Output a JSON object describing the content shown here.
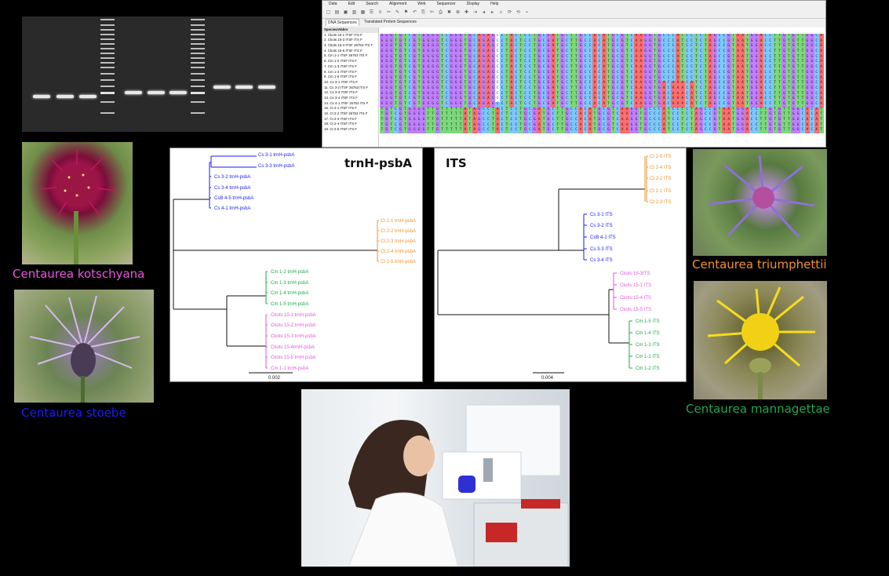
{
  "alignment": {
    "menu": [
      "Data",
      "Edit",
      "Search",
      "Alignment",
      "Web",
      "Sequencer",
      "Display",
      "Help"
    ],
    "tabs": [
      "DNA Sequences",
      "Translated Protein Sequences"
    ],
    "header": "Species/Abbrv",
    "rows": [
      "1. Ckots 15-1 ITSF ITS F",
      "2. Ckots 15-3 ITSF ITS F",
      "3. Ckots 15-4 ITSF 26753 ITS F",
      "4. Ckots 15-5 ITSF ITS F",
      "5. Cm 1-1 ITSF 26753 ITS F",
      "6. Cm 1-2 ITSF ITS F",
      "7. Cm 1-3 ITSF ITS F",
      "8. Cm 1-4 ITSF ITS F",
      "9. Cm 1-5 ITSF ITS F",
      "10. Cs 3-1 ITSF ITS F",
      "11. Cs 3-2 ITSF 26753 ITS F",
      "12. Cs 3-3 ITSF ITS F",
      "13. Cs 3-4 ITSF ITS F",
      "14. Cs 4-1 ITSF 26753 ITS F",
      "15. Ct 2-1 ITSF ITS F",
      "16. Ct 2-2 ITSF 26753 ITS F",
      "17. Ct 2-3 ITSF ITS F",
      "18. Ct 2-4 ITSF ITS F",
      "19. Ct 2-5 ITSF ITS F"
    ],
    "nt_colors": {
      "A": "#ff6d6d",
      "C": "#7ec7ff",
      "G": "#bf80ff",
      "T": "#7bd87b"
    }
  },
  "species": {
    "kotschyana": {
      "name": "Centaurea kotschyana",
      "color": "#e855e0"
    },
    "stoebe": {
      "name": "Centaurea stoebe",
      "color": "#1a1aff"
    },
    "triumphettii": {
      "name": "Centaurea triumphettii",
      "color": "#f0932e"
    },
    "mannagettae": {
      "name": "Centaurea mannagettae",
      "color": "#1fa84a"
    }
  },
  "tree1": {
    "title": "trnH-psbA",
    "scale": "0.002",
    "stoebe": [
      "Cs 3-1 trnH-psbA",
      "Cs 3-3 trnH-psbA",
      "Cs 3-2 trnH-psbA",
      "Cs 3-4 trnH-psbA",
      "CsB 4-5 trnH-psbA",
      "Cs 4-1 trnH-psbA"
    ],
    "triumphettii": [
      "Ct 2-1 trnH-psbA",
      "Ct 2-2 trnH-psbA",
      "Ct 2-3 trnH-psbA",
      "Ct 2-4 trnH-psbA",
      "Ct 2-5 trnH-psbA"
    ],
    "mannagettae": [
      "Cm 1-2 trnH-psbA",
      "Cm 1-3 trnH-psbA",
      "Cm 1-4 trnH-psbA",
      "Cm 1-5 trnH-psbA"
    ],
    "kotschyana": [
      "Ckots 15-1 trnH-psbA",
      "Ckots 15-2 trnH-psbA",
      "Ckots 15-3 trnH-psbA",
      "Ckots 15-4trnH-psbA",
      "Ckots 15-5 trnH-psbA",
      "Cm 1-1 trnH-psbA"
    ]
  },
  "tree2": {
    "title": "ITS",
    "scale": "0.004",
    "triumphettii": [
      "Ct 2-5 ITS",
      "Ct 2-4 ITS",
      "Ct 2-2 ITS",
      "Ct 2-1 ITS",
      "Ct 2-3 ITS"
    ],
    "stoebe": [
      "Cs 3-1 ITS",
      "Cs 3-2 ITS",
      "CsB 4-1 ITS",
      "Cs 3-3 ITS",
      "Cs 3-4 ITS"
    ],
    "kotschyana": [
      "Ckots 15-3ITS",
      "Ckots 15-1 ITS",
      "Ckots 15-4 ITS",
      "Ckots 15-5 ITS"
    ],
    "mannagettae": [
      "Cm 1-5 ITS",
      "Cm 1-4 ITS",
      "Cm 1-3 ITS",
      "Cm 1-1 ITS",
      "Cm 1-2 ITS"
    ]
  }
}
